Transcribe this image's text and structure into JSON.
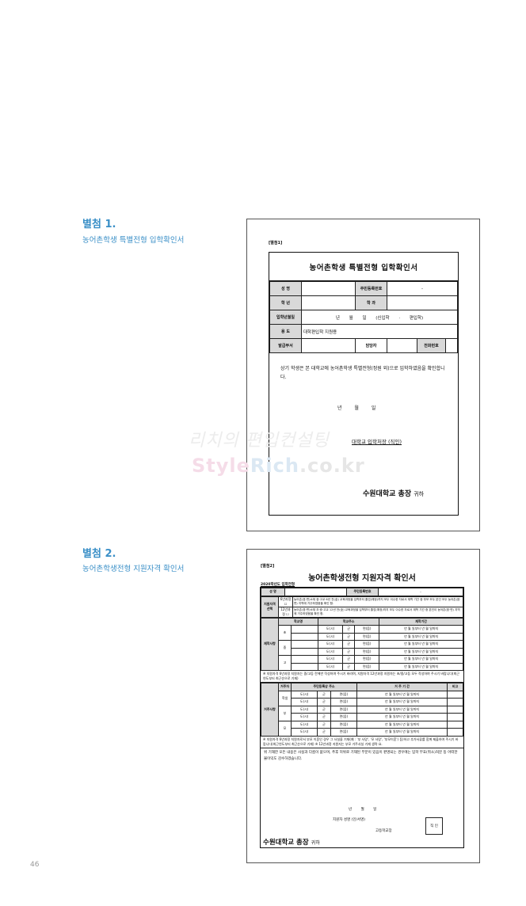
{
  "section1": {
    "title": "별첨 1.",
    "subtitle": "농어촌학생 특별전형 입학확인서"
  },
  "section2": {
    "title": "별첨 2.",
    "subtitle": "농어촌학생전형 지원자격 확인서"
  },
  "form1": {
    "tag": "[별첨1]",
    "title": "농어촌학생 특별전형 입학확인서",
    "labels": {
      "name": "성 명",
      "rrn": "주민등록번호",
      "rrn_dash": "-",
      "grade": "학 년",
      "dept": "학 과",
      "admit_date": "입학년월일",
      "purpose": "용 도",
      "issuer": "발급부서",
      "staff": "담당자",
      "phone": "전화번호"
    },
    "admit_value": "년 월 일 (신입학 · 편입학)",
    "purpose_value": "대학편입학 지원용",
    "body": "상기 학생은 본 대학교에 농어촌학생 특별전형(정원 외)으로 입학하였음을 확인합니다.",
    "date_line": "년 월 일",
    "signer": "대학교 입학처장 (직인)",
    "president": "수원대학교 총장",
    "honorific": "귀하"
  },
  "form2": {
    "tag": "[별첨2]",
    "title": "농어촌학생전형 지원자격 확인서",
    "year": "2020학년도 입학전형",
    "name_label": "성 명",
    "rrn_label": "주민등록번호",
    "rrn_dash": "-",
    "qual_label": "지원자격 선택",
    "qual_rows": [
      {
        "type": "6년과정 ☐",
        "desc": "농어촌(읍·면)소재 중·고교 6년 전(全) 교육과정을 입학부터 졸업(예정)까지 모두 이수한 자로서 재학 기간 중 부모 모두 본인 모두 농어촌(읍·면) 지역에 거주하였음을 확인 함."
      },
      {
        "type": "12년과정 ☐",
        "desc": "농어촌(읍·면)소재 초·중·고교 12년 전(全) 교육과정을 입학부터 졸업(예정)까지 모두 이수한 자로서 재학 기간 중 본인이 농어촌(읍·면) 지역에 거주하였음을 확인 함."
      }
    ],
    "school_label": "재학사항",
    "school_headers": [
      "학교명",
      "학교주소",
      "재학기간"
    ],
    "school_groups": [
      "초",
      "중",
      "고"
    ],
    "addr_cells": [
      "도(시)",
      "군",
      "면(읍)"
    ],
    "period": "년 월 일부터 년 월 일까지",
    "note1": "※ 지원자격 6년과정 지원자는 중/고등 란에만 작성하여 주시기 바라며, 지원자격 12년과정 지원자는 초/중/고등 모두 작성하여 주시기 바랍니다(최근연도부터 최근순으로 기재)",
    "res_label": "거주사항",
    "res_headers": [
      "거주자",
      "주민등록상 주소",
      "거 주 기 간",
      "비고"
    ],
    "res_groups": [
      "학생",
      "부",
      "모"
    ],
    "note2": "※ 지원자격 6년과정 지원자로서 부모 이혼인 경우 그 사실을 기재(예 : '부 사망', '모 사망', '부모이혼') 등)하고 추가서류를 함께 제출하여 주시기 바랍니다(최근연도부터 최근순으로 기재)  ※ 12년과정 지원자는 부모 거주사실 기재 생략 요.",
    "declaration": "위 기재한 모든 내용은 사실과 다름이 없으며, 추후 허위로 기재된 부분이 있음이 판명되는 경우에는 입학 무효(취소)처분 등 어떠한 불이익도 감수하겠습니다.",
    "date_line": "년 월 일",
    "applicant": "지원자 성명 (인/서명)",
    "hs_principal": "고등학교장",
    "seal": "직 인",
    "president": "수원대학교 총장",
    "honorific": "귀하"
  },
  "watermark": {
    "line1": "리치의 편입컨설팅",
    "brand": [
      "Style",
      "Rich",
      ".co.kr"
    ]
  },
  "page_number": "46"
}
